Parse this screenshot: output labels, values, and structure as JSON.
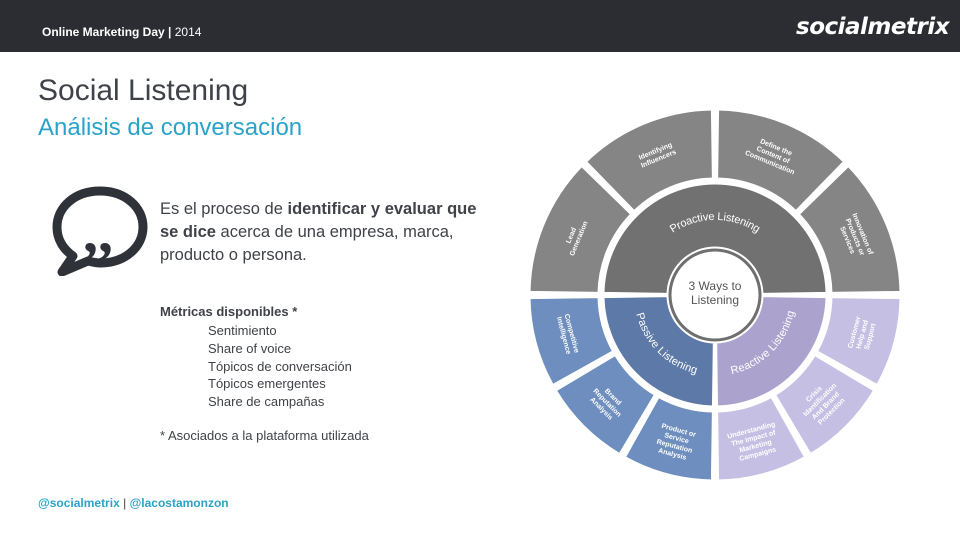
{
  "header": {
    "event": "Online Marketing Day",
    "separator": "|",
    "year": "2014",
    "logo": "socialmetrix"
  },
  "slide": {
    "title": "Social Listening",
    "subtitle": "Análisis de conversación"
  },
  "definition": {
    "p1": "Es el proceso de ",
    "b1": "identificar y evaluar que se dice",
    "p2": " acerca de una empresa, marca, producto o persona."
  },
  "metrics": {
    "title": "Métricas disponibles *",
    "items": [
      "Sentimiento",
      "Share of voice",
      "Tópicos de conversación",
      "Tópicos emergentes",
      "Share de campañas"
    ],
    "footnote": "* Asociados a la plataforma utilizada"
  },
  "footer": {
    "handle1": "@socialmetrix",
    "separator": "|",
    "handle2": "@lacostamonzon"
  },
  "diagram": {
    "center": [
      "3 Ways to",
      "Listening"
    ],
    "sections": [
      {
        "label": "Proactive Listening",
        "outer": [
          "Lead\nGeneration",
          "Identifying\nInfluencers",
          "Define the\nContent of\nCommunication",
          "Innovation of\nProducts or\nServices"
        ]
      },
      {
        "label": "Reactive Listening",
        "outer": [
          "Customer\nHelp and\nSupport",
          "Crisis\nIdentification\nAnd Brand\nProtection",
          "Understanding\nThe Impact of\nMarketing\nCampaigns"
        ]
      },
      {
        "label": "Passive Listening",
        "outer": [
          "Product or\nService\nReputation\nAnalysis",
          "Brand\nReputation\nAnalysis",
          "Competitive\nIntelligence"
        ]
      }
    ]
  },
  "colors": {
    "topbar": "#2b2d33",
    "accent": "#29a3c9",
    "text": "#3f4248",
    "proactive_inner": "#717171",
    "proactive_outer": "#858585",
    "reactive_inner": "#aba3cd",
    "reactive_outer": "#c5bfe3",
    "passive_inner": "#5d79a8",
    "passive_outer": "#6d8ebe",
    "icon": "#2f3339"
  }
}
